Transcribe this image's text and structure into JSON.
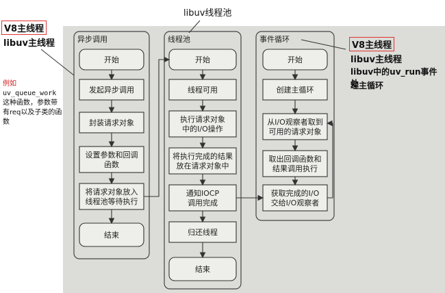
{
  "top_label": "libuv线程池",
  "left_annotation": {
    "boxed": "V8主线程",
    "line2": "libuv主线程",
    "note_red": "例如",
    "note_lines": [
      "uv_queue_work",
      "这种函数，参数带",
      "有req以及子类的函",
      "数"
    ]
  },
  "right_annotation": {
    "boxed": "V8主线程",
    "line2": "libuv主线程",
    "line3": "libuv中的uv_run事件处",
    "line4": "理主循环"
  },
  "lanes": [
    {
      "title": "异步调用",
      "nodes": [
        "开始",
        "发起异步调用",
        "封装请求对象",
        "设置参数和回调|函数",
        "将请求对象放入|线程池等待执行",
        "结束"
      ]
    },
    {
      "title": "线程池",
      "nodes": [
        "开始",
        "线程可用",
        "执行请求对象|中的I/O操作",
        "将执行完成的结果|放在请求对象中",
        "通知IOCP|调用完成",
        "归还线程",
        "结束"
      ]
    },
    {
      "title": "事件循环",
      "nodes": [
        "开始",
        "创建主循环",
        "从I/O观察者取到|可用的请求对象",
        "取出回调函数和|结果调用执行",
        "获取完成的I/O|交给I/O观察者"
      ]
    }
  ]
}
